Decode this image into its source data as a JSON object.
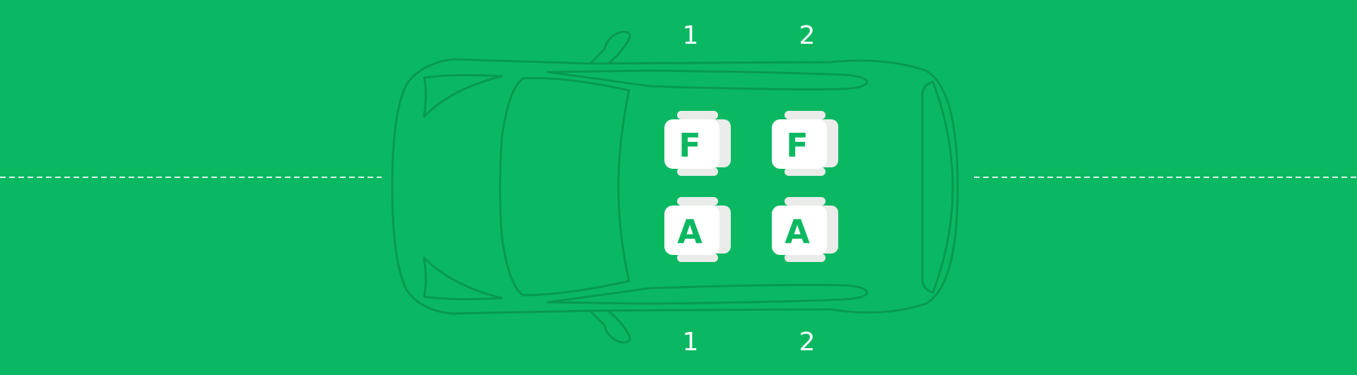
{
  "colors": {
    "background": "#0bb862",
    "car_outline": "#079a4e",
    "seat_face": "#ffffff",
    "seat_shadow": "#e9ece9",
    "letter": "#0bb862",
    "labels": "#ffffff",
    "dashed_line": "#d9f5e5"
  },
  "labels": {
    "top": [
      "1",
      "2"
    ],
    "bottom": [
      "1",
      "2"
    ]
  },
  "seats": {
    "front_row": [
      "F",
      "F"
    ],
    "rear_row": [
      "A",
      "A"
    ]
  },
  "icons": [
    "car-top-view-icon",
    "child-seat-icon"
  ]
}
